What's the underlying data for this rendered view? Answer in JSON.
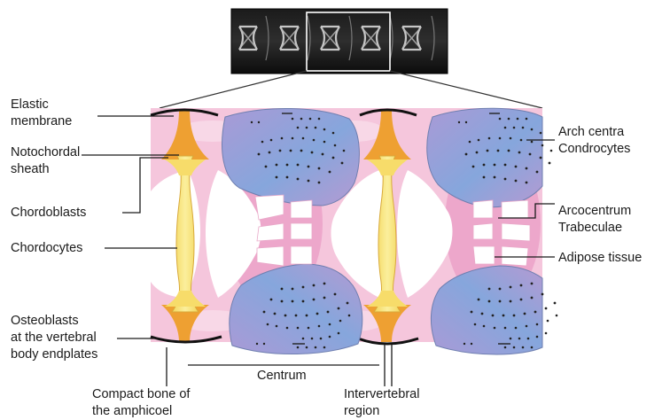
{
  "labels": {
    "elastic_membrane": [
      "Elastic",
      "membrane"
    ],
    "notochordal_sheath": [
      "Notochordal",
      "sheath"
    ],
    "chordoblasts": [
      "Chordoblasts"
    ],
    "chordocytes": [
      "Chordocytes"
    ],
    "osteoblasts": [
      "Osteoblasts",
      "at the vertebral",
      "body endplates"
    ],
    "compact_bone": [
      "Compact bone of",
      "the amphicoel"
    ],
    "centrum": [
      "Centrum"
    ],
    "intervertebral": [
      "Intervertebral",
      "region"
    ],
    "arch_centra": [
      "Arch centra",
      "Condrocytes"
    ],
    "arcocentrum": [
      "Arcocentrum",
      "Trabeculae"
    ],
    "adipose": [
      "Adipose tissue"
    ]
  },
  "colors": {
    "pink_tissue": "#f2bcd6",
    "pink_dark": "#e68cbb",
    "notochord_yellow": "#f7e27a",
    "notochord_orange": "#eea032",
    "arch_blue": "#88a8dc",
    "arch_purple": "#b898d4",
    "inset_bg": "#0b0b0b"
  }
}
